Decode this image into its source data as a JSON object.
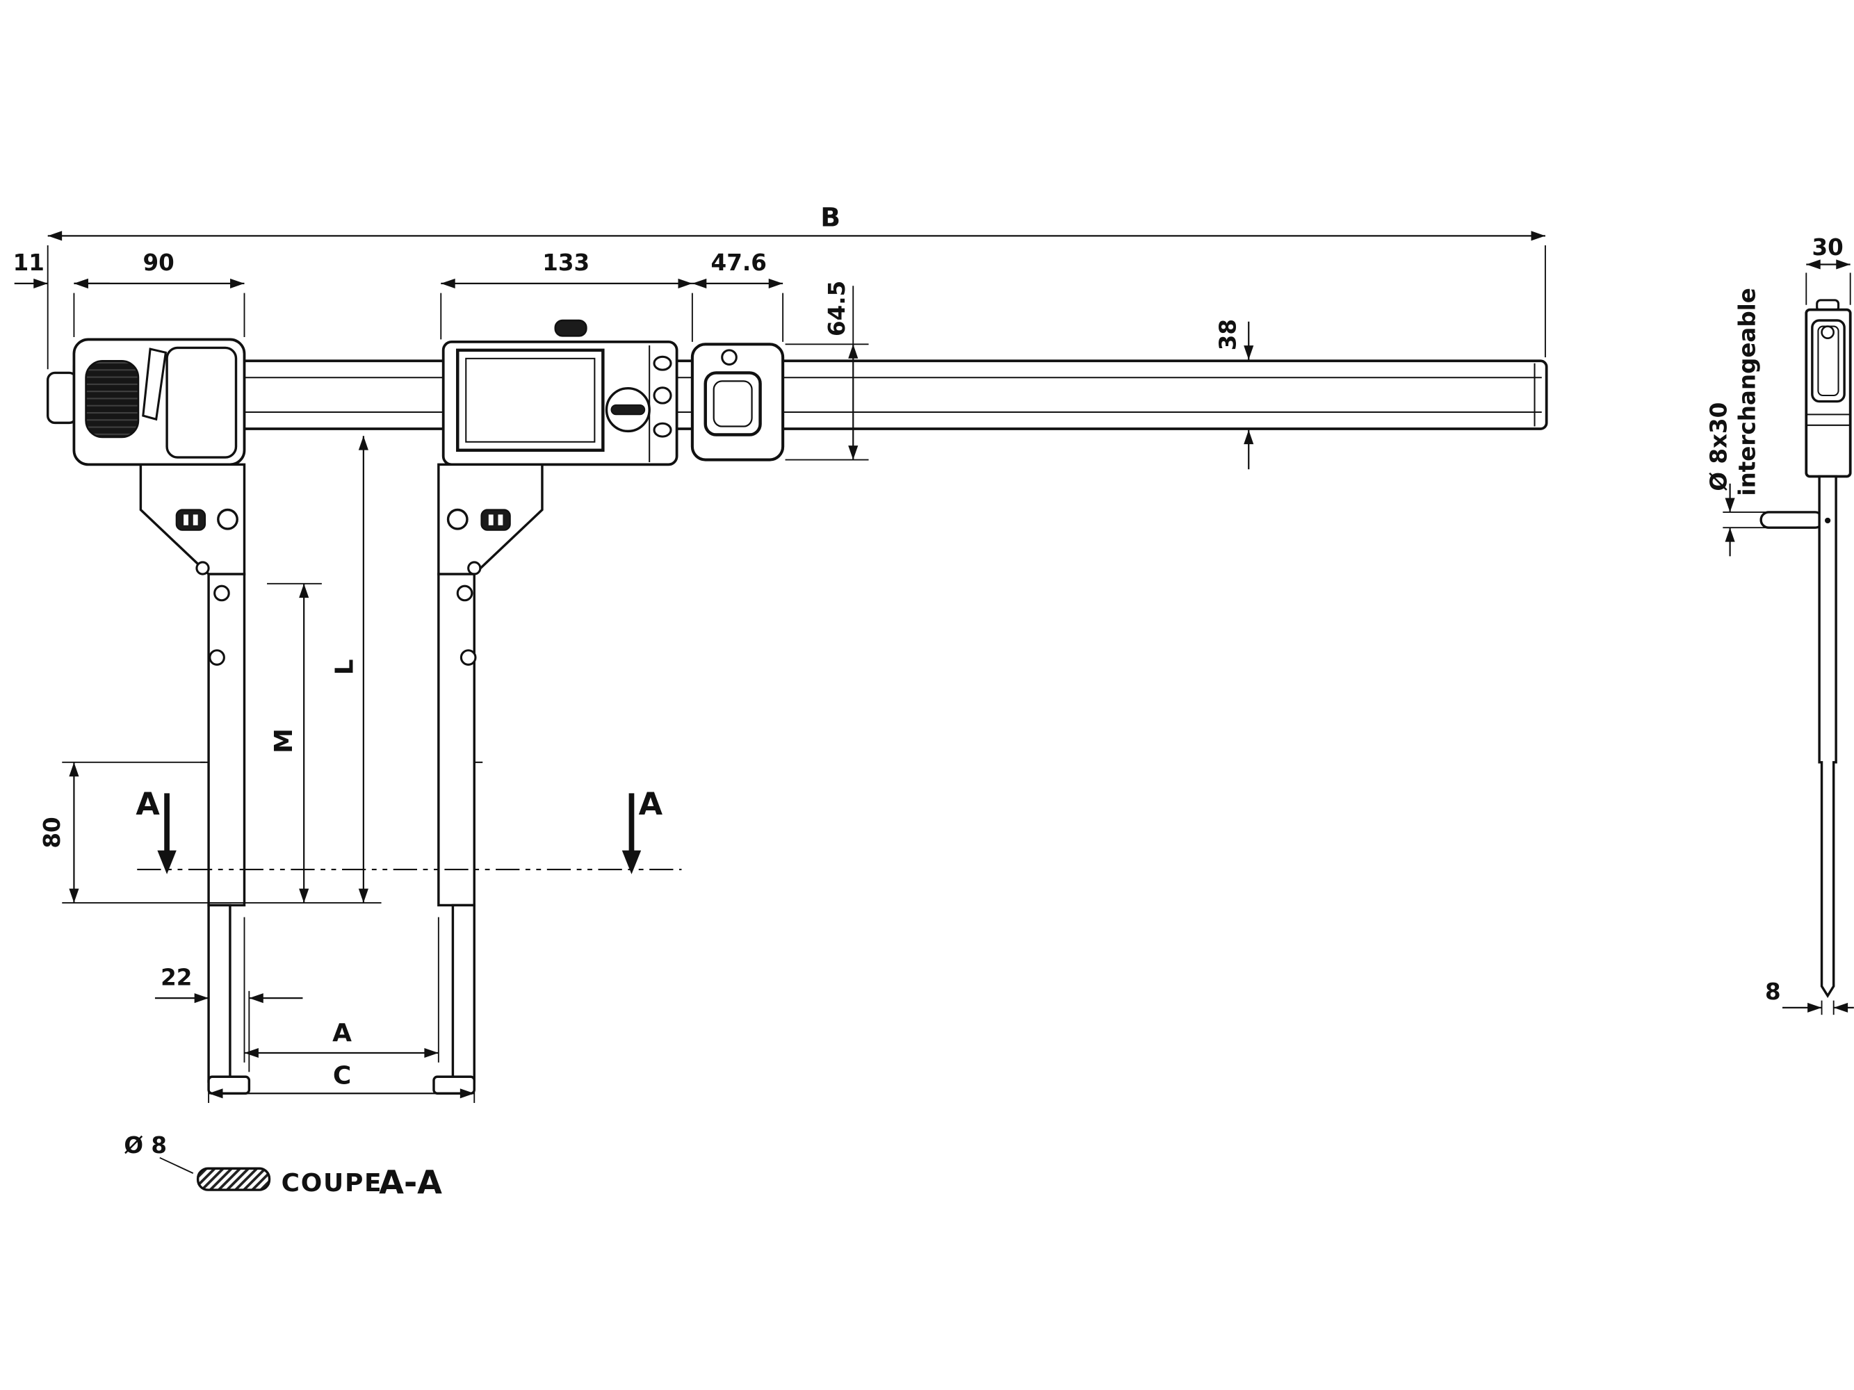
{
  "colors": {
    "ink": "#111111",
    "paper": "#ffffff",
    "dark_fill": "#1b1b1b"
  },
  "front_view": {
    "dims": {
      "overall": "B",
      "end_play": "11",
      "head_width": "90",
      "slider_width": "133",
      "clamp_width": "47.6",
      "slider_height": "64.5",
      "beam_height": "38",
      "jaw_length": "L",
      "jaw_mid": "M",
      "measuring_depth": "80",
      "foot_width": "22",
      "span_a": "A",
      "span_c": "C"
    },
    "section_marker": "A"
  },
  "section_view": {
    "diameter": "Ø 8",
    "caption": "COUPE",
    "reference": "A-A"
  },
  "side_view": {
    "dims": {
      "head_depth": "30",
      "tip_spec": "Ø 8x30",
      "tip_note": "interchangeable",
      "blade_thickness": "8"
    }
  }
}
